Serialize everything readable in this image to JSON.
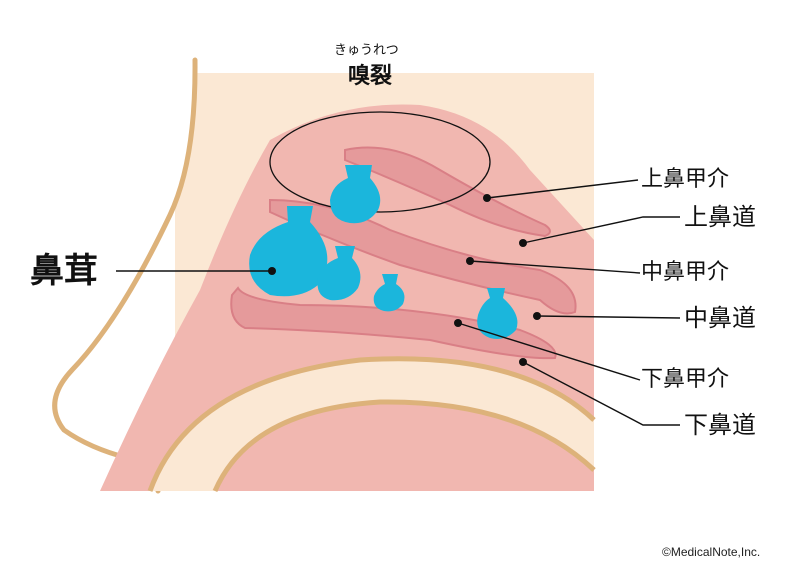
{
  "diagram": {
    "olfactory_cleft": {
      "reading": "きゅうれつ",
      "label": "嗅裂"
    },
    "polyp_label": "鼻茸",
    "labels": {
      "superior_turbinate": "上鼻甲介",
      "superior_meatus": "上鼻道",
      "middle_turbinate": "中鼻甲介",
      "middle_meatus": "中鼻道",
      "inferior_turbinate": "下鼻甲介",
      "inferior_meatus": "下鼻道"
    },
    "credit": "©MedicalNote,Inc."
  },
  "colors": {
    "skin": "#fbe8d4",
    "skin_outline": "#ddb27a",
    "cavity": "#f1b7b0",
    "turbinate": "#e59a9b",
    "turbinate_edge": "#d97f86",
    "polyp": "#1bb6dc",
    "line": "#111111"
  }
}
